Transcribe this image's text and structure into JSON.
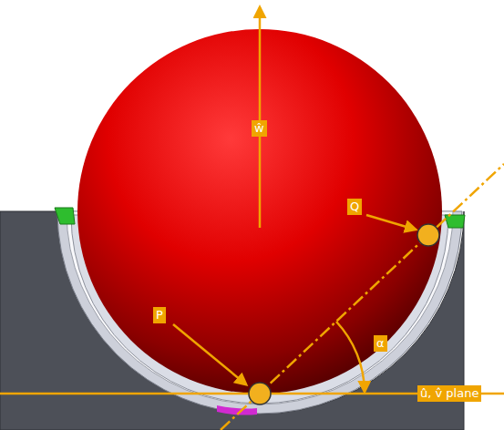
{
  "diagram": {
    "labels": [
      "ŵ",
      "Q",
      "P",
      "α",
      "û, v̂ plane"
    ]
  }
}
